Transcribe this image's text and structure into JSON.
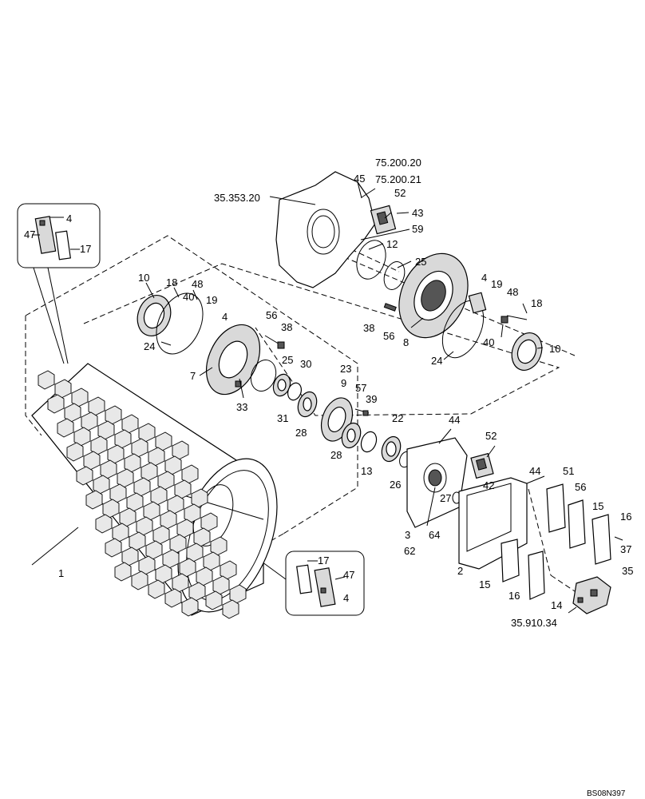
{
  "drawing_id": "BS08N397",
  "refs": {
    "r1": "75.200.20",
    "r2": "75.200.21",
    "r3": "35.353.20",
    "r4": "35.910.34"
  },
  "callouts": {
    "c1": "1",
    "c2": "2",
    "c3": "3",
    "c4a": "4",
    "c4b": "4",
    "c4c": "4",
    "c4d": "4",
    "c7": "7",
    "c8": "8",
    "c9": "9",
    "c10a": "10",
    "c10b": "10",
    "c12": "12",
    "c13": "13",
    "c14": "14",
    "c15a": "15",
    "c15b": "15",
    "c16a": "16",
    "c16b": "16",
    "c17a": "17",
    "c17b": "17",
    "c18a": "18",
    "c18b": "18",
    "c19a": "19",
    "c19b": "19",
    "c22": "22",
    "c23": "23",
    "c24a": "24",
    "c24b": "24",
    "c25a": "25",
    "c25b": "25",
    "c26": "26",
    "c27": "27",
    "c28a": "28",
    "c28b": "28",
    "c30": "30",
    "c31": "31",
    "c33": "33",
    "c35": "35",
    "c37": "37",
    "c38a": "38",
    "c38b": "38",
    "c39": "39",
    "c40a": "40",
    "c40b": "40",
    "c42": "42",
    "c43": "43",
    "c44a": "44",
    "c44b": "44",
    "c45": "45",
    "c47a": "47",
    "c47b": "47",
    "c48a": "48",
    "c48b": "48",
    "c51": "51",
    "c52a": "52",
    "c52b": "52",
    "c56a": "56",
    "c56b": "56",
    "c56c": "56",
    "c57": "57",
    "c59": "59",
    "c62": "62",
    "c64": "64"
  }
}
